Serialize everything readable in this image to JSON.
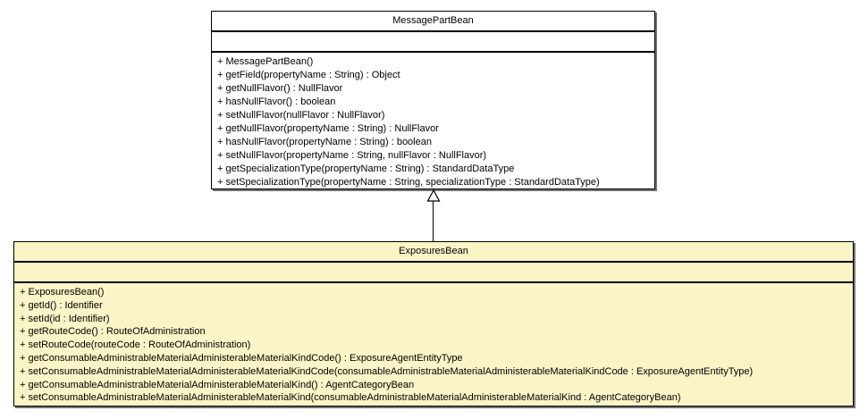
{
  "diagram": {
    "type": "uml-class-diagram",
    "relationship": {
      "kind": "generalization",
      "from": "ExposuresBean",
      "to": "MessagePartBean"
    },
    "colors": {
      "superclass_fill": "#FFFFFF",
      "subclass_fill": "#FBF4C7",
      "border": "#000000"
    },
    "superclass": {
      "name": "MessagePartBean",
      "attributes": [],
      "methods": [
        "+ MessagePartBean()",
        "+ getField(propertyName : String) : Object",
        "+ getNullFlavor() : NullFlavor",
        "+ hasNullFlavor() : boolean",
        "+ setNullFlavor(nullFlavor : NullFlavor)",
        "+ getNullFlavor(propertyName : String) : NullFlavor",
        "+ hasNullFlavor(propertyName : String) : boolean",
        "+ setNullFlavor(propertyName : String, nullFlavor : NullFlavor)",
        "+ getSpecializationType(propertyName : String) : StandardDataType",
        "+ setSpecializationType(propertyName : String, specializationType : StandardDataType)"
      ]
    },
    "subclass": {
      "name": "ExposuresBean",
      "attributes": [],
      "methods": [
        "+ ExposuresBean()",
        "+ getId() : Identifier",
        "+ setId(id : Identifier)",
        "+ getRouteCode() : RouteOfAdministration",
        "+ setRouteCode(routeCode : RouteOfAdministration)",
        "+ getConsumableAdministrableMaterialAdministerableMaterialKindCode() : ExposureAgentEntityType",
        "+ setConsumableAdministrableMaterialAdministerableMaterialKindCode(consumableAdministrableMaterialAdministerableMaterialKindCode : ExposureAgentEntityType)",
        "+ getConsumableAdministrableMaterialAdministerableMaterialKind() : AgentCategoryBean",
        "+ setConsumableAdministrableMaterialAdministerableMaterialKind(consumableAdministrableMaterialAdministerableMaterialKind : AgentCategoryBean)"
      ]
    }
  }
}
